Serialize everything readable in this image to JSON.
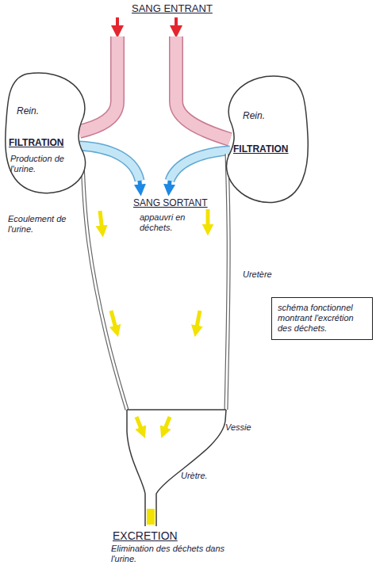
{
  "diagram": {
    "nodes": [
      {
        "text": [
          "Rein.",
          "FILTRATION",
          "Production de l'urine."
        ]
      },
      {
        "text": [
          "Rein.",
          "FILTRATION"
        ]
      },
      {
        "text": [
          "schéma fonctionnel montrant l'excrétion des déchets."
        ]
      },
      {
        "text": [
          "Vessie"
        ]
      }
    ],
    "edges": [
      {
        "from": 0,
        "to": 3,
        "arrow": "none"
      },
      {
        "from": 1,
        "to": 3,
        "arrow": "none"
      }
    ],
    "labels": [
      "SANG ENTRANT",
      "SANG SORTANT",
      "appauvri en déchets.",
      "Ecoulement de l'urine.",
      "Uretère",
      "Urètre.",
      "EXCRETION",
      "Elimination des déchets dans l'urine."
    ]
  }
}
